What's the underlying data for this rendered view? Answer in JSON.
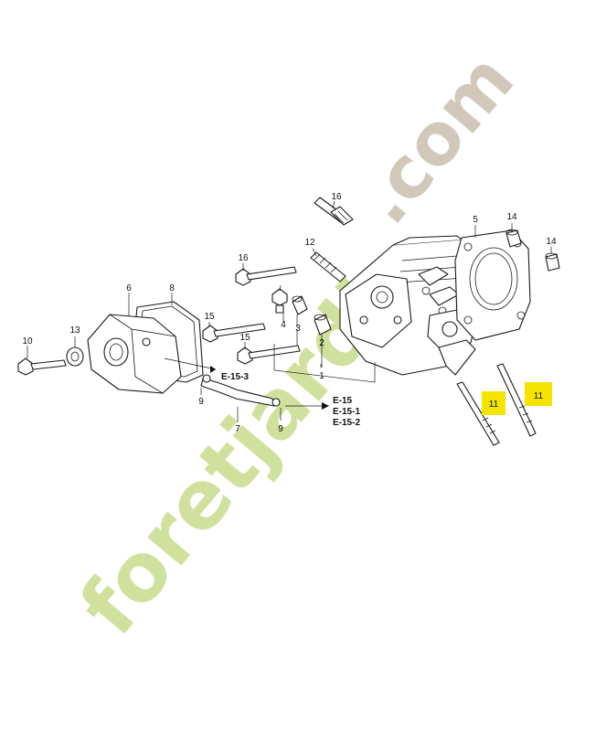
{
  "watermark": {
    "text_top": ".com",
    "text_main": "foretjardin",
    "color_green": "#c8dc8c",
    "color_gray": "#c9bfae"
  },
  "highlight_color": "#f5e400",
  "callouts": {
    "p1": "1",
    "p2": "2",
    "p3": "3",
    "p4": "4",
    "p5": "5",
    "p6": "6",
    "p7": "7",
    "p8": "8",
    "p9a": "9",
    "p9b": "9",
    "p10": "10",
    "p11a": "11",
    "p11b": "11",
    "p12": "12",
    "p13": "13",
    "p14a": "14",
    "p14b": "14",
    "p15a": "15",
    "p15b": "15",
    "p16a": "16",
    "p16b": "16"
  },
  "refs": {
    "r1": "E-15-3",
    "r2": "E-15",
    "r3": "E-15-1",
    "r4": "E-15-2"
  }
}
